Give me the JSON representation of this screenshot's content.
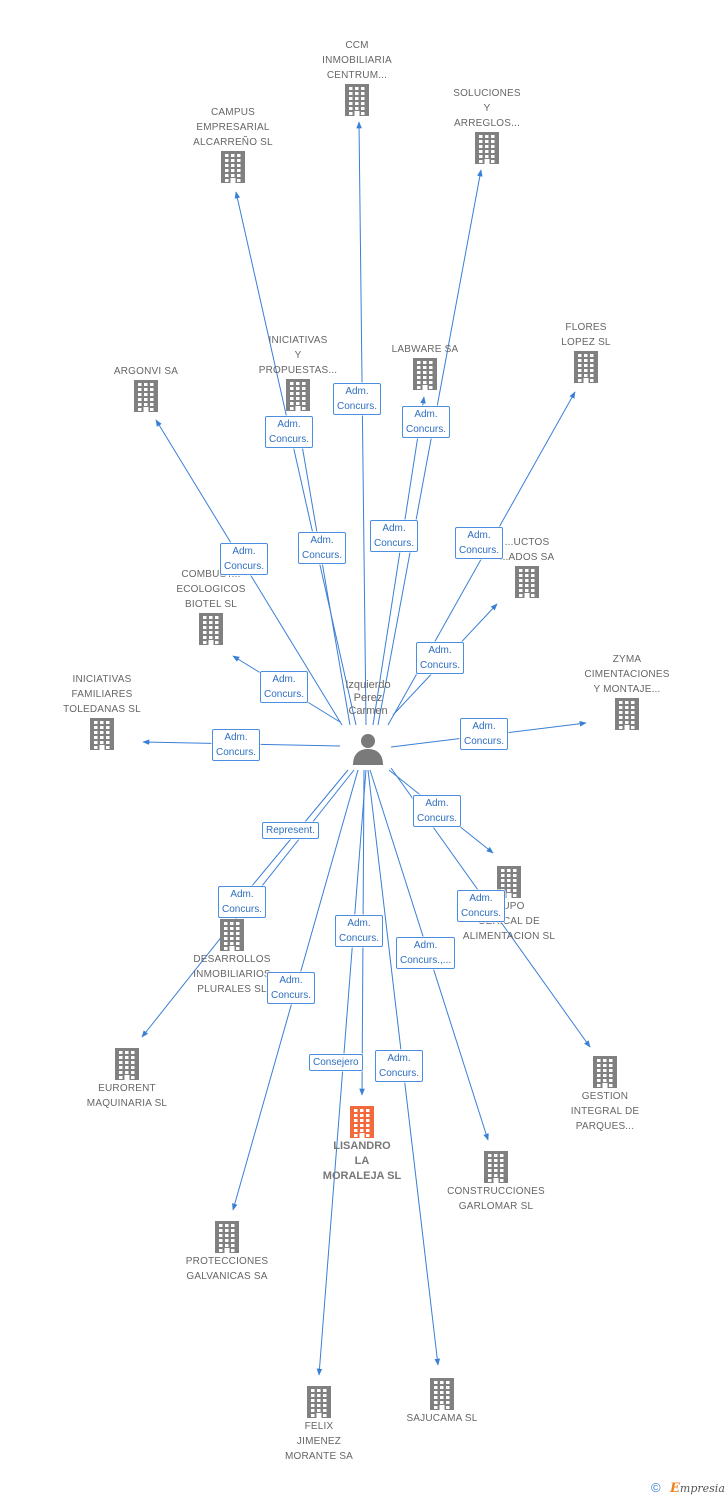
{
  "person": {
    "name": "Izquierdo\nPerez\nCarmen"
  },
  "colors": {
    "edge": "#3a7fd6",
    "building": "#808080",
    "focus_building": "#f26a3b",
    "edge_label_border": "#4a8ee0",
    "edge_label_text": "#2f6fc0"
  },
  "nodes": [
    {
      "id": "ccm",
      "label": "CCM\nINMOBILIARIA\nCENTRUM...",
      "icon": "building-icon"
    },
    {
      "id": "soluciones",
      "label": "SOLUCIONES\nY\nARREGLOS...",
      "icon": "building-icon"
    },
    {
      "id": "campus",
      "label": "CAMPUS\nEMPRESARIAL\nALCARREÑO SL",
      "icon": "building-icon"
    },
    {
      "id": "iniciativas-propuestas",
      "label": "INICIATIVAS\nY\nPROPUESTAS...",
      "icon": "building-icon"
    },
    {
      "id": "labware",
      "label": "LABWARE SA",
      "icon": "building-icon"
    },
    {
      "id": "flores",
      "label": "FLORES\nLOPEZ SL",
      "icon": "building-icon"
    },
    {
      "id": "argonvi",
      "label": "ARGONVI SA",
      "icon": "building-icon"
    },
    {
      "id": "productos",
      "label": "...UCTOS\n...ADOS SA",
      "icon": "building-icon"
    },
    {
      "id": "combustibles",
      "label": "COMBUST...\nECOLOGICOS\nBIOTEL SL",
      "icon": "building-icon"
    },
    {
      "id": "zyma",
      "label": "ZYMA\nCIMENTACIONES\nY MONTAJE...",
      "icon": "building-icon"
    },
    {
      "id": "iniciativas-familiares",
      "label": "INICIATIVAS\nFAMILIARES\nTOLEDANAS SL",
      "icon": "building-icon"
    },
    {
      "id": "grupo-cerical",
      "label": "...UPO\nCERICAL DE\nALIMENTACION SL",
      "icon": "building-icon"
    },
    {
      "id": "desarrollos",
      "label": "DESARROLLOS\nINMOBILIARIOS\nPLURALES SL",
      "icon": "building-icon"
    },
    {
      "id": "eurorent",
      "label": "EURORENT\nMAQUINARIA SL",
      "icon": "building-icon"
    },
    {
      "id": "gestion",
      "label": "GESTION\nINTEGRAL DE\nPARQUES...",
      "icon": "building-icon"
    },
    {
      "id": "lisandro",
      "label": "LISANDRO\nLA\nMORALEJA SL",
      "icon": "building-icon",
      "focus": true
    },
    {
      "id": "construcciones",
      "label": "CONSTRUCCIONES\nGARLOMAR SL",
      "icon": "building-icon"
    },
    {
      "id": "protecciones",
      "label": "PROTECCIONES\nGALVANICAS SA",
      "icon": "building-icon"
    },
    {
      "id": "felix",
      "label": "FELIX\nJIMENEZ\nMORANTE SA",
      "icon": "building-icon"
    },
    {
      "id": "sajucama",
      "label": "SAJUCAMA SL",
      "icon": "building-icon"
    }
  ],
  "edge_labels": [
    "Adm.\nConcurs.",
    "Adm.\nConcurs.",
    "Adm.\nConcurs.",
    "Adm.\nConcurs.",
    "Adm.\nConcurs.",
    "Adm.\nConcurs.",
    "Adm.\nConcurs.",
    "Adm.\nConcurs.",
    "Adm.\nConcurs.",
    "Adm.\nConcurs.",
    "Adm.\nConcurs.",
    "Adm.\nConcurs.",
    "Represent.",
    "Adm.\nConcurs.",
    "Adm.\nConcurs.",
    "Adm.\nConcurs.",
    "Adm.\nConcurs.,...",
    "Adm.\nConcurs.",
    "Consejero",
    "Adm.\nConcurs."
  ],
  "footer": {
    "copyright": "©",
    "brand_initial": "E",
    "brand_rest": "mpresia"
  }
}
